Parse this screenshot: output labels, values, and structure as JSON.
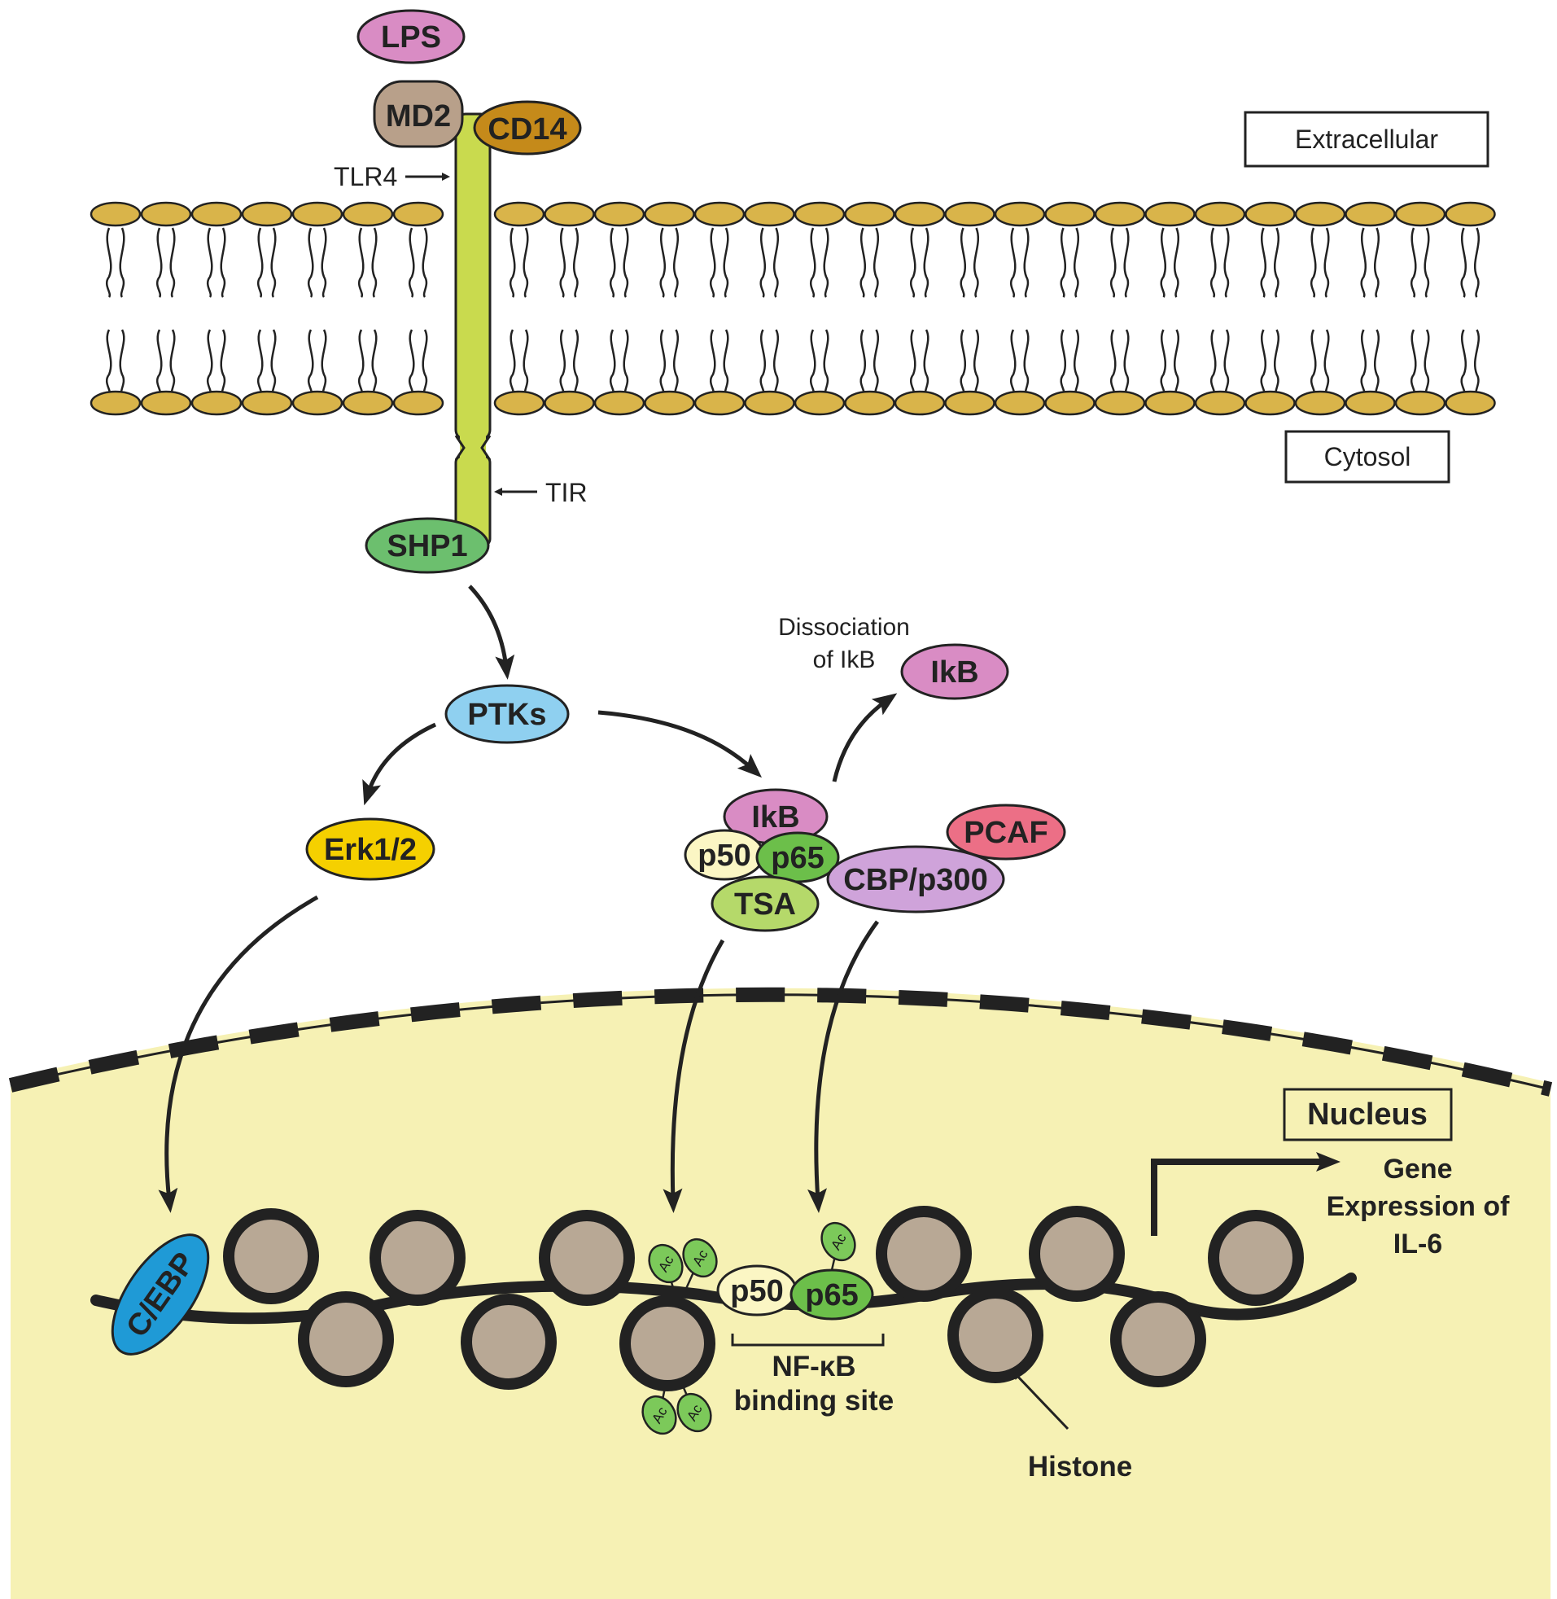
{
  "labels": {
    "extracellular": "Extracellular",
    "cytosol": "Cytosol",
    "nucleus": "Nucleus",
    "tlr4": "TLR4",
    "tir": "TIR",
    "dissociation_line1": "Dissociation",
    "dissociation_line2": "of IkB",
    "gene_expr_line1": "Gene",
    "gene_expr_line2": "Expression of",
    "gene_expr_line3": "IL-6",
    "nfkb_line1": "NF-κB",
    "nfkb_line2": "binding site",
    "histone": "Histone"
  },
  "nodes": {
    "lps": "LPS",
    "md2": "MD2",
    "cd14": "CD14",
    "shp1": "SHP1",
    "ptks": "PTKs",
    "erk": "Erk1/2",
    "ikb_free": "IkB",
    "ikb_complex": "IkB",
    "p50_complex": "p50",
    "p65_complex": "p65",
    "tsa": "TSA",
    "pcaf": "PCAF",
    "cbp": "CBP/p300",
    "cebp": "C/EBP",
    "p50_dna": "p50",
    "p65_dna": "p65",
    "ac": "Ac"
  },
  "colors": {
    "lps": "#d98cc4",
    "md2": "#b8a08a",
    "cd14": "#c58a1a",
    "tlr4": "#c9da4e",
    "lipid_head": "#d9b44a",
    "shp1": "#6cbf6e",
    "ptks": "#8fd0f0",
    "erk": "#f5d000",
    "ikb": "#d98cc4",
    "p50": "#fbf6c4",
    "p65": "#6cbf4a",
    "tsa": "#b5d96a",
    "pcaf": "#ec6f86",
    "cbp": "#cfa3da",
    "cebp": "#1f9ad6",
    "nucleus": "#f6f1b4",
    "histone": "#b8a895",
    "ac": "#7cc95a"
  }
}
